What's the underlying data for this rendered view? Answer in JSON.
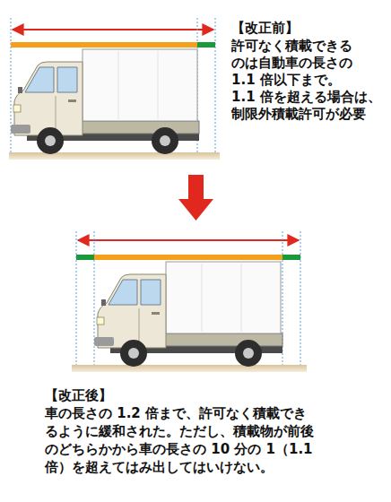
{
  "diagram": {
    "labels": [
      "【改正前】",
      "許可なく積載できるのは自動車の長さの1.1 倍以下まで。",
      "1.1 倍を超える場合は、制限外積載許可が必要",
      "【改正後】",
      "車の長さの 1.2 倍まで、許可なく積載できるように緩和された。ただし、積載物が前後のどちらかから車の長さの 10 分の 1（1.1 倍）を超えてはみ出してはいけない。"
    ]
  }
}
